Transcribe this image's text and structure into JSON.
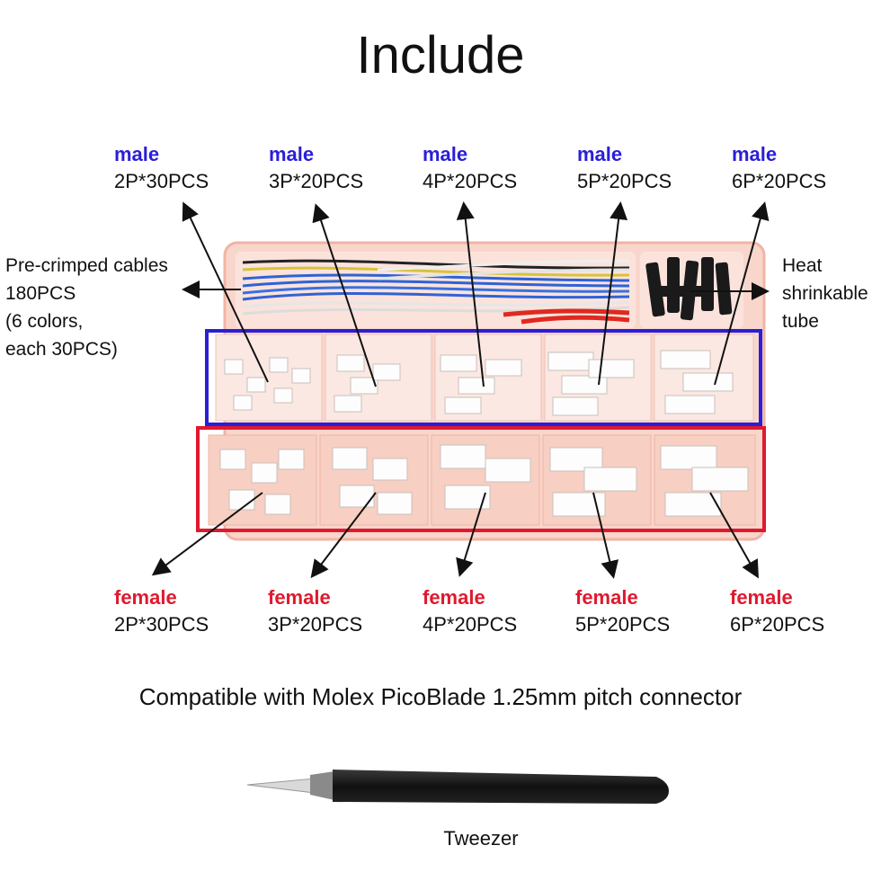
{
  "title": "Include",
  "male_labels": [
    {
      "kind": "male",
      "qty": "2P*30PCS"
    },
    {
      "kind": "male",
      "qty": "3P*20PCS"
    },
    {
      "kind": "male",
      "qty": "4P*20PCS"
    },
    {
      "kind": "male",
      "qty": "5P*20PCS"
    },
    {
      "kind": "male",
      "qty": "6P*20PCS"
    }
  ],
  "female_labels": [
    {
      "kind": "female",
      "qty": "2P*30PCS"
    },
    {
      "kind": "female",
      "qty": "3P*20PCS"
    },
    {
      "kind": "female",
      "qty": "4P*20PCS"
    },
    {
      "kind": "female",
      "qty": "5P*20PCS"
    },
    {
      "kind": "female",
      "qty": "6P*20PCS"
    }
  ],
  "cables": {
    "line1": "Pre-crimped cables",
    "line2": "180PCS",
    "line3": "(6 colors,",
    "line4": "each 30PCS)"
  },
  "heat_tube": {
    "line1": "Heat",
    "line2": "shrinkable",
    "line3": "tube"
  },
  "compatibility": "Compatible with Molex PicoBlade 1.25mm pitch connector",
  "tweezer": "Tweezer",
  "colors": {
    "male_accent": "#2a1ed8",
    "female_accent": "#e0192e",
    "box_pink": "#f7c9bd"
  }
}
